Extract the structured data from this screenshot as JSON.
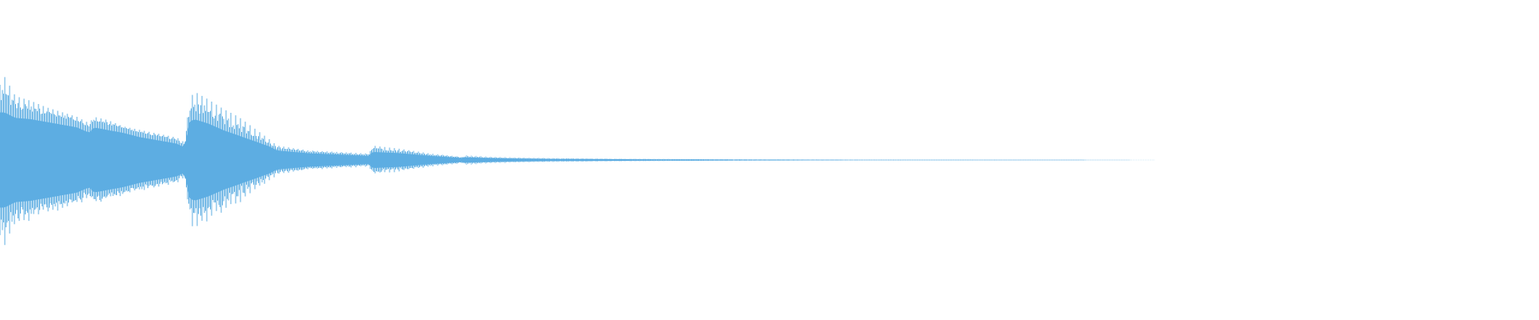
{
  "waveform": {
    "color": "#5dade2",
    "background": "#ffffff",
    "duration_fraction_with_signal": 0.75,
    "amplitude_scale": "linear"
  },
  "chart_data": {
    "type": "area",
    "title": "",
    "xlabel": "",
    "ylabel": "",
    "grid": false,
    "legend": "none",
    "ylim": [
      -1,
      1
    ],
    "xlim": [
      0,
      1
    ],
    "series": [
      {
        "peak_envelope": {
          "x": [
            0.0,
            0.003,
            0.01,
            0.02,
            0.03,
            0.04,
            0.05,
            0.058,
            0.061,
            0.07,
            0.08,
            0.09,
            0.1,
            0.115,
            0.12,
            0.123,
            0.126,
            0.135,
            0.145,
            0.155,
            0.165,
            0.175,
            0.18,
            0.2,
            0.22,
            0.24,
            0.242,
            0.26,
            0.28,
            0.3,
            0.302,
            0.32,
            0.34,
            0.36,
            0.38,
            0.4,
            0.45,
            0.48,
            0.5,
            0.55,
            0.6,
            0.65,
            0.7,
            0.75
          ],
          "upper": [
            0.47,
            0.52,
            0.4,
            0.37,
            0.33,
            0.3,
            0.27,
            0.23,
            0.27,
            0.25,
            0.21,
            0.19,
            0.17,
            0.14,
            0.11,
            0.36,
            0.43,
            0.38,
            0.32,
            0.27,
            0.2,
            0.13,
            0.09,
            0.06,
            0.05,
            0.04,
            0.09,
            0.07,
            0.04,
            0.02,
            0.03,
            0.02,
            0.015,
            0.012,
            0.01,
            0.008,
            0.006,
            0.005,
            0.004,
            0.003,
            0.002,
            0.002,
            0.001,
            0.0
          ],
          "body": [
            0.35,
            0.35,
            0.31,
            0.3,
            0.28,
            0.26,
            0.24,
            0.2,
            0.24,
            0.22,
            0.2,
            0.17,
            0.15,
            0.12,
            0.09,
            0.28,
            0.3,
            0.27,
            0.22,
            0.18,
            0.14,
            0.1,
            0.07,
            0.05,
            0.04,
            0.03,
            0.06,
            0.05,
            0.03,
            0.015,
            0.02,
            0.014,
            0.01,
            0.008,
            0.007,
            0.006,
            0.004,
            0.003,
            0.003,
            0.002,
            0.002,
            0.001,
            0.001,
            0.0
          ]
        }
      }
    ]
  }
}
